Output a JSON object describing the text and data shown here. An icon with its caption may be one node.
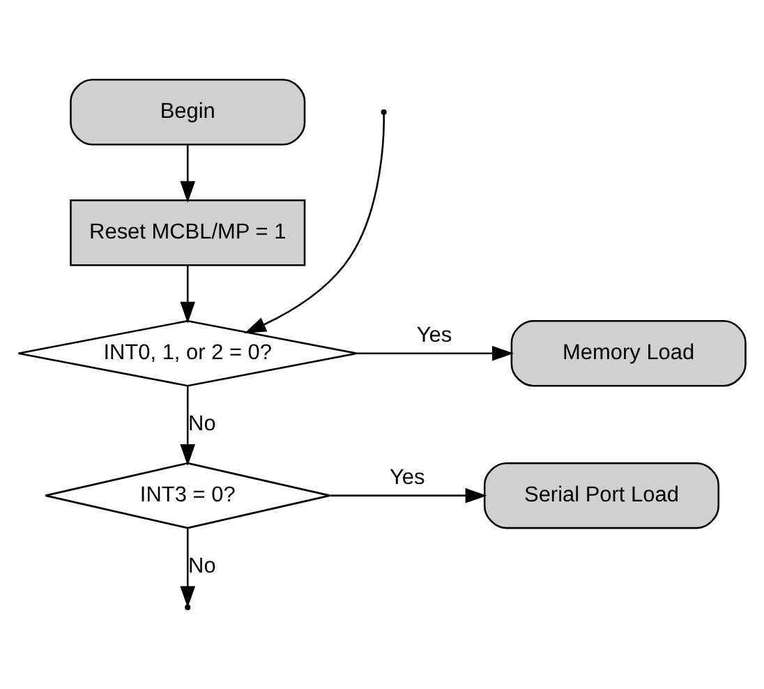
{
  "diagram": {
    "nodes": [
      {
        "text": [
          "Begin"
        ]
      },
      {
        "text": [
          "Reset MCBL/MP = 1"
        ]
      },
      {
        "text": [
          "INT0, 1, or 2 = 0?"
        ]
      },
      {
        "text": [
          "Memory Load"
        ]
      },
      {
        "text": [
          "INT3 = 0?"
        ]
      },
      {
        "text": [
          "Serial Port Load"
        ]
      }
    ],
    "edges": [
      {
        "from": 0,
        "to": 1,
        "arrow": "to"
      },
      {
        "from": 1,
        "to": 2,
        "arrow": "to"
      },
      {
        "from": 2,
        "to": 3,
        "arrow": "to",
        "label": "Yes"
      },
      {
        "from": 2,
        "to": 4,
        "arrow": "to",
        "label": "No"
      },
      {
        "from": 4,
        "to": 5,
        "arrow": "to",
        "label": "Yes"
      },
      {
        "from": 4,
        "to": null,
        "arrow": "to",
        "label": "No"
      },
      {
        "from": null,
        "to": 2,
        "arrow": "to"
      }
    ]
  }
}
